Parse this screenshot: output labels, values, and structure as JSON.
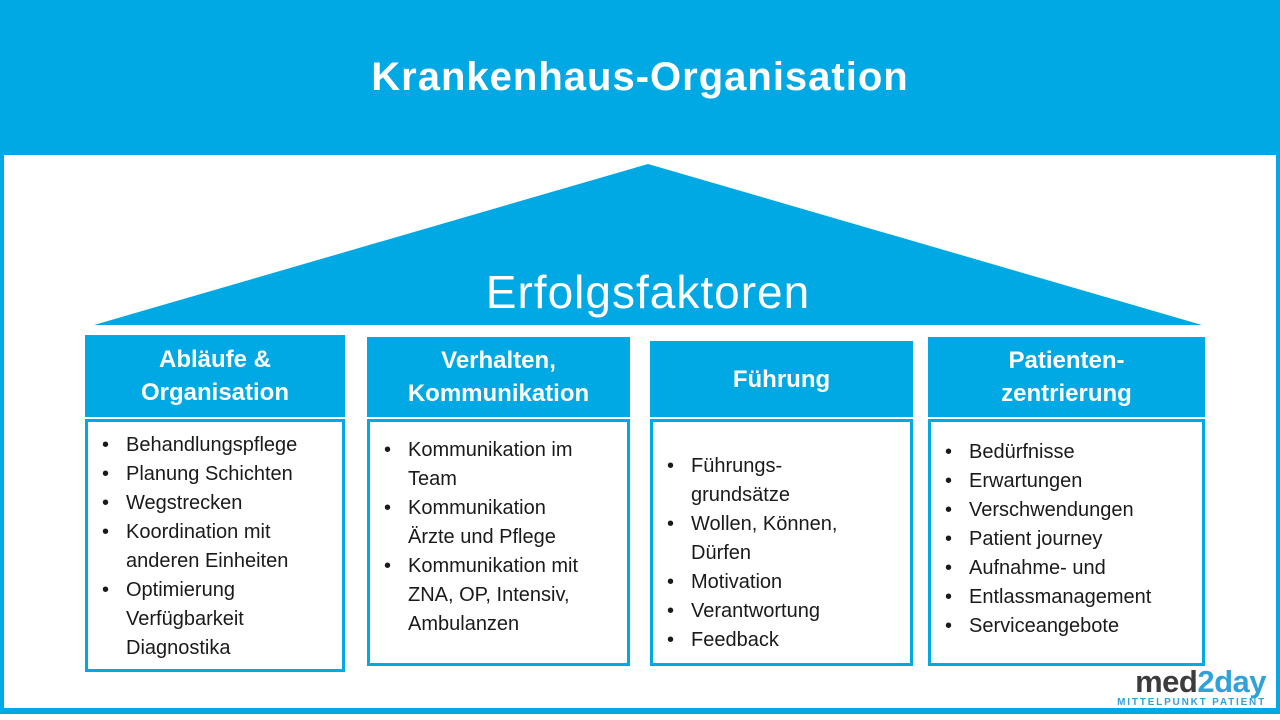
{
  "slide": {
    "title": "Krankenhaus-Organisation",
    "triangle_label": "Erfolgsfaktoren"
  },
  "columns": [
    {
      "header": "Abläufe &\nOrganisation",
      "items": [
        "Behandlungspflege",
        "Planung Schichten",
        "Wegstrecken",
        "Koordination mit\nanderen Einheiten",
        "Optimierung\nVerfügbarkeit\nDiagnostika"
      ]
    },
    {
      "header": "Verhalten,\nKommunikation",
      "items": [
        "Kommunikation im\nTeam",
        "Kommunikation\nÄrzte und Pflege",
        "Kommunikation mit\nZNA, OP, Intensiv,\nAmbulanzen"
      ]
    },
    {
      "header": "Führung",
      "items": [
        "Führungs-\ngrundsätze",
        "Wollen, Können,\nDürfen",
        "Motivation",
        "Verantwortung",
        "Feedback"
      ]
    },
    {
      "header": "Patienten-\nzentrierung",
      "items": [
        "Bedürfnisse",
        "Erwartungen",
        "Verschwendungen",
        "Patient journey",
        "Aufnahme- und",
        "Entlassmanagement",
        "Serviceangebote"
      ]
    }
  ],
  "logo": {
    "brand_prefix": "med",
    "brand_suffix": "2day",
    "tagline": "MITTELPUNKT PATIENT"
  },
  "colors": {
    "accent_cyan": "#00A9E3",
    "logo_dark": "#3C3C3C",
    "logo_cyan": "#2FA2D9",
    "body_text": "#1A1A1A",
    "header_text": "#FFFFFF"
  }
}
